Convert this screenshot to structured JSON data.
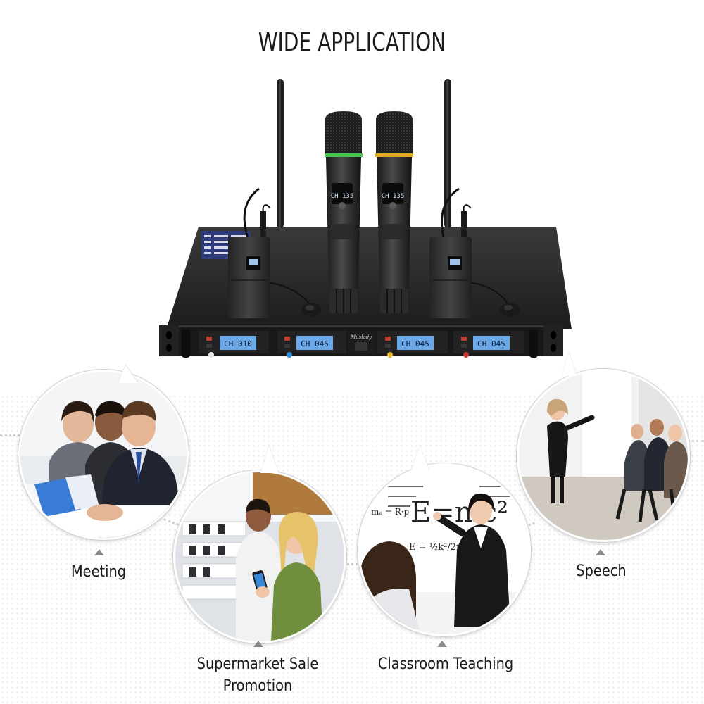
{
  "page": {
    "title": "WIDE APPLICATION"
  },
  "product": {
    "brand": "Muslady",
    "mic_left_display": "CH 135",
    "mic_right_display": "CH 135",
    "channels": [
      {
        "display": "CH 010",
        "knob_color": "#e8e8e8"
      },
      {
        "display": "CH 045",
        "knob_color": "#2f8fd6"
      },
      {
        "display": "CH 045",
        "knob_color": "#e4b428"
      },
      {
        "display": "CH 045",
        "knob_color": "#c0392b"
      }
    ],
    "ring_colors": {
      "left": "#4cc24c",
      "right": "#e2a82a"
    }
  },
  "applications": [
    {
      "id": "meeting",
      "label": "Meeting"
    },
    {
      "id": "supermarket",
      "label_line1": "Supermarket Sale",
      "label_line2": "Promotion"
    },
    {
      "id": "classroom",
      "label": "Classroom Teaching"
    },
    {
      "id": "speech",
      "label": "Speech"
    }
  ],
  "classroom_board": {
    "formula_main": "E=mc²",
    "formula_a": "mₑ = R·p",
    "formula_b": "E = ½k²/2m"
  }
}
